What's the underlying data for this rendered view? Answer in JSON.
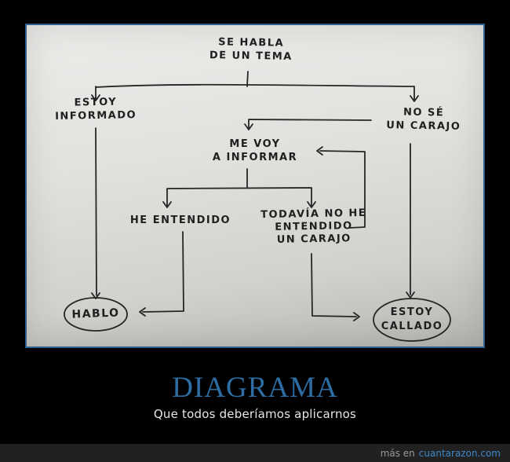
{
  "poster": {
    "title": "DIAGRAMA",
    "subtitle": "Que todos deberíamos aplicarnos",
    "footer_prefix": "más en",
    "footer_site": "cuantarazon.com"
  },
  "colors": {
    "title_blue": "#2e6da4",
    "watermark_link_blue": "#3f87c9",
    "frame_border_blue": "#2e608f",
    "paper_gray": "#dddcd9",
    "ink": "#262626",
    "background": "#000000",
    "footer_bar": "#212121"
  },
  "flowchart": {
    "start": {
      "line1": "SE HABLA",
      "line2": "DE UN TEMA"
    },
    "informado": {
      "line1": "ESTOY",
      "line2": "INFORMADO"
    },
    "no_se": {
      "line1": "NO SÉ",
      "line2": "UN CARAJO"
    },
    "me_informo": {
      "line1": "ME VOY",
      "line2": "A INFORMAR"
    },
    "entendido": {
      "line1": "HE ENTENDIDO"
    },
    "no_entendido": {
      "line1": "TODAVÍA NO HE",
      "line2": "ENTENDIDO",
      "line3": "UN CARAJO"
    },
    "hablo": {
      "line1": "HABLO"
    },
    "callado": {
      "line1": "ESTOY",
      "line2": "CALLADO"
    }
  }
}
